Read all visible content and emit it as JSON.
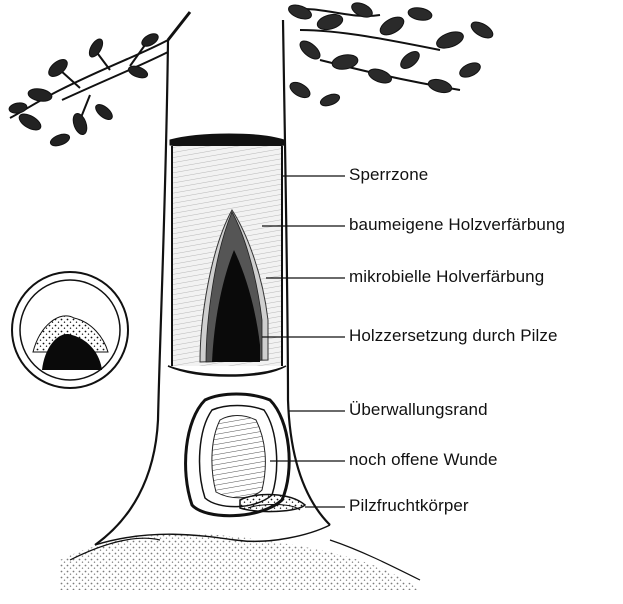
{
  "diagram": {
    "labels": [
      {
        "id": "sperrzone",
        "text": "Sperrzone"
      },
      {
        "id": "baumeigene",
        "text": "baumeigene Holzverfärbung"
      },
      {
        "id": "mikrobielle",
        "text": "mikrobielle Holverfärbung"
      },
      {
        "id": "holzzersetzung",
        "text": "Holzzersetzung durch Pilze"
      },
      {
        "id": "ueberwallung",
        "text": "Überwallungsrand"
      },
      {
        "id": "wunde",
        "text": "noch offene Wunde"
      },
      {
        "id": "pilzfrucht",
        "text": "Pilzfruchtkörper"
      }
    ]
  },
  "colors": {
    "ink": "#111111",
    "paper": "#ffffff",
    "stain_light": "#e4e4e4",
    "stain_dark": "#6a6a6a",
    "decay": "#0a0a0a"
  }
}
